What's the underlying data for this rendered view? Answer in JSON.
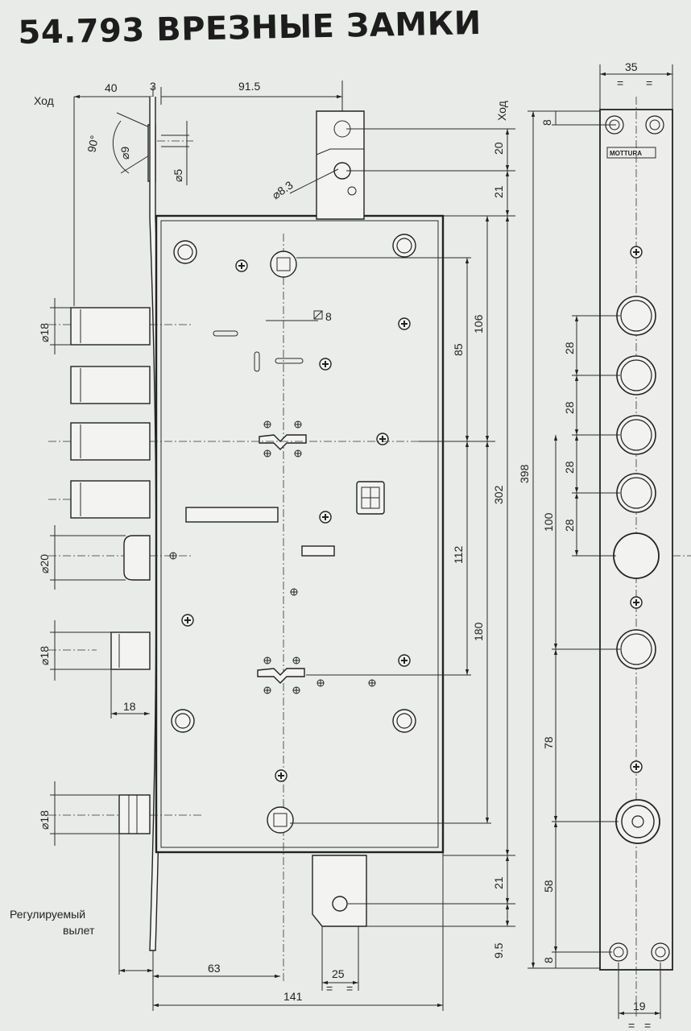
{
  "title": "54.793 ВРЕЗНЫЕ ЗАМКИ",
  "labels": {
    "stroke_left": "Ход",
    "stroke_right": "Ход",
    "adjustable": [
      "Регулируемый",
      "вылет"
    ],
    "brand": "MOTTURA",
    "angle": "90°"
  },
  "dimensions": {
    "top_40": "40",
    "top_3": "3",
    "top_91_5": "91.5",
    "dia_9": "⌀9",
    "dia_5": "⌀5",
    "dia_8_3": "⌀8.3",
    "sq_8": "8",
    "v20": "20",
    "v21_top": "21",
    "v106": "106",
    "v85": "85",
    "v302": "302",
    "v398": "398",
    "v112": "112",
    "v180": "180",
    "v21_bot": "21",
    "v9_5": "9.5",
    "bolt_dia_18_1": "⌀18",
    "bolt_dia_20": "⌀20",
    "bolt_dia_18_2": "⌀18",
    "bolt_dia_18_3": "⌀18",
    "h18": "18",
    "h63": "63",
    "h25": "25",
    "h141": "141",
    "plate_35": "35",
    "plate_8_top": "8",
    "plate_28_1": "28",
    "plate_28_2": "28",
    "plate_28_3": "28",
    "plate_28_4": "28",
    "plate_100": "100",
    "plate_78": "78",
    "plate_58": "58",
    "plate_8_bot": "8",
    "plate_19": "19",
    "eq": "="
  }
}
